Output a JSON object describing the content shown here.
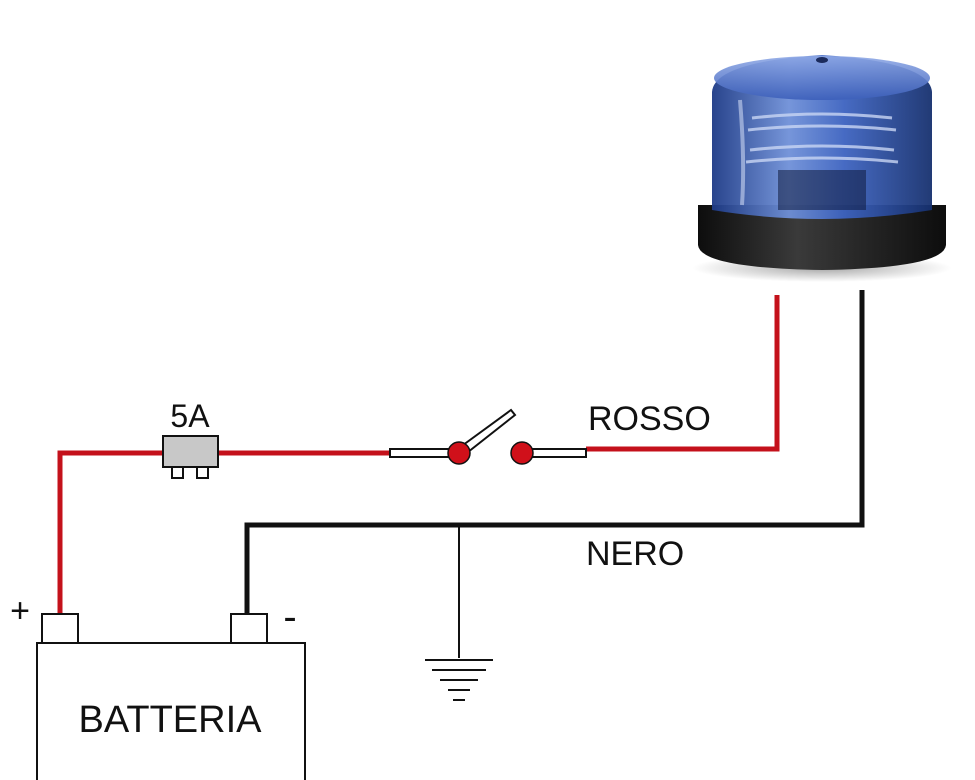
{
  "labels": {
    "fuse": "5A",
    "red_wire": "ROSSO",
    "black_wire": "NERO",
    "battery": "BATTERIA",
    "positive": "+",
    "negative": "-"
  },
  "colors": {
    "red_wire": "#c4111b",
    "black_wire": "#111111",
    "switch_contact": "#d0101a",
    "fuse_body": "#c8c8c8",
    "beacon_dome": "#3a5fb8",
    "beacon_base": "#1c1c1c"
  },
  "icons": {
    "beacon": "blue-rotating-beacon-light",
    "ground": "ground-symbol",
    "switch": "switch-symbol",
    "fuse": "fuse-symbol"
  }
}
